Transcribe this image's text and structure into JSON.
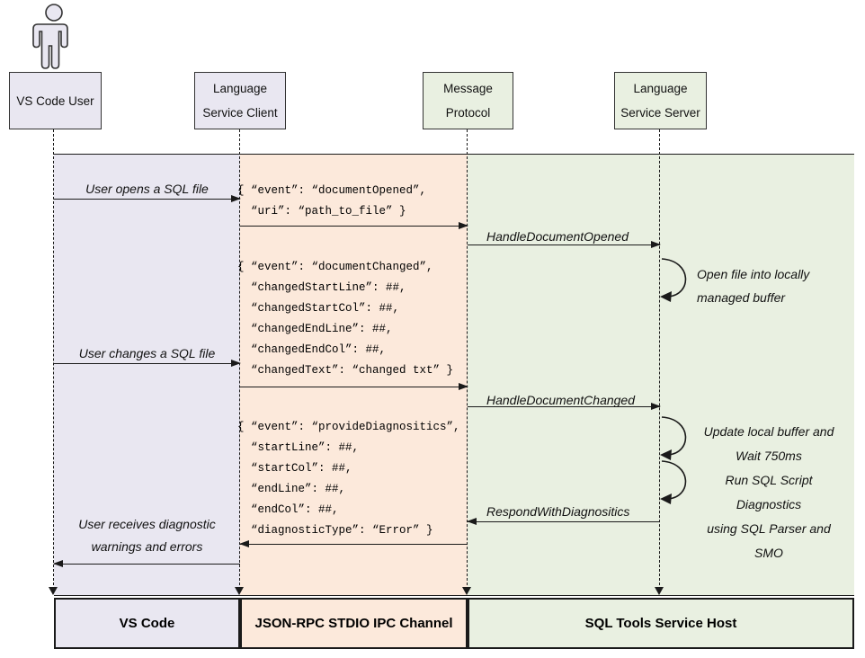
{
  "header": {
    "actors": [
      {
        "label": "VS Code User"
      },
      {
        "label": "Language\nService Client"
      },
      {
        "label": "Message\nProtocol"
      },
      {
        "label": "Language\nService Server"
      }
    ]
  },
  "messages": {
    "user_opens": "User opens a SQL file",
    "user_changes": "User changes a SQL file",
    "user_receives": "User receives diagnostic\nwarnings and errors",
    "handle_document_opened": "HandleDocumentOpened",
    "handle_document_changed": "HandleDocumentChanged",
    "respond_with_diagnostics": "RespondWithDiagnositics",
    "open_file_note": "Open file into locally\nmanaged buffer",
    "update_buffer_note": "Update local buffer and\nWait 750ms",
    "run_diagnostics_note": "Run SQL Script Diagnostics\nusing SQL Parser and SMO"
  },
  "payloads": {
    "document_opened": "{ “event”: “documentOpened”,\n  “uri”: “path_to_file” }",
    "document_changed": "{ “event”: “documentChanged”,\n  “changedStartLine”: ##,\n  “changedStartCol”: ##,\n  “changedEndLine”: ##,\n  “changedEndCol”: ##,\n  “changedText”: “changed txt” }",
    "provide_diagnostics": "{ “event”: “provideDiagnositics”,\n  “startLine”: ##,\n  “startCol”: ##,\n  “endLine”: ##,\n  “endCol”: ##,\n  “diagnosticType”: “Error” }"
  },
  "footer": {
    "lanes": [
      {
        "label": "VS Code"
      },
      {
        "label": "JSON-RPC STDIO IPC Channel"
      },
      {
        "label": "SQL Tools Service Host"
      }
    ]
  },
  "colors": {
    "lavender": "#E9E7F1",
    "peach": "#FCE9DB",
    "green": "#E9F0E1",
    "line": "#1a1a1a"
  }
}
